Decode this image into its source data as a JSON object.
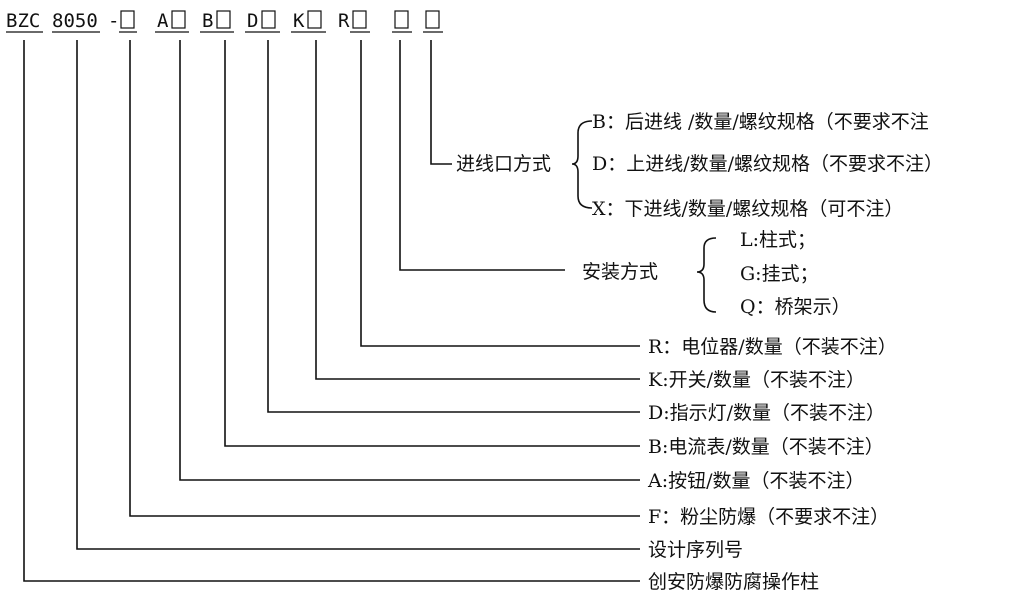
{
  "code_segments": [
    {
      "id": "bzc",
      "text": "BZC",
      "boxed": false
    },
    {
      "id": "num",
      "text": "8050",
      "boxed": false
    },
    {
      "id": "f",
      "text": "-",
      "boxed": true
    },
    {
      "id": "a",
      "text": "A",
      "boxed": true
    },
    {
      "id": "b",
      "text": "B",
      "boxed": true
    },
    {
      "id": "d",
      "text": "D",
      "boxed": true
    },
    {
      "id": "k",
      "text": "K",
      "boxed": true
    },
    {
      "id": "r",
      "text": "R",
      "boxed": true
    },
    {
      "id": "mount",
      "text": "",
      "boxed": true
    },
    {
      "id": "entry",
      "text": "",
      "boxed": true
    }
  ],
  "entry_group": {
    "label": "进线口方式",
    "options": [
      "B：后进线 /数量/螺纹规格（不要求不注",
      "D：上进线/数量/螺纹规格（不要求不注）",
      "X：下进线/数量/螺纹规格（可不注）"
    ]
  },
  "mount_group": {
    "label": "安装方式",
    "options": [
      "L:柱式；",
      "G:挂式；",
      "Q：桥架示）"
    ]
  },
  "descriptions": [
    {
      "id": "r",
      "text": "R：电位器/数量（不装不注）"
    },
    {
      "id": "k",
      "text": "K:开关/数量（不装不注）"
    },
    {
      "id": "d",
      "text": "D:指示灯/数量（不装不注）"
    },
    {
      "id": "b",
      "text": "B:电流表/数量（不装不注）"
    },
    {
      "id": "a",
      "text": "A:按钮/数量（不装不注）"
    },
    {
      "id": "f",
      "text": "F：粉尘防爆（不要求不注）"
    },
    {
      "id": "num",
      "text": "设计序列号"
    },
    {
      "id": "bzc",
      "text": "创安防爆防腐操作柱"
    }
  ]
}
